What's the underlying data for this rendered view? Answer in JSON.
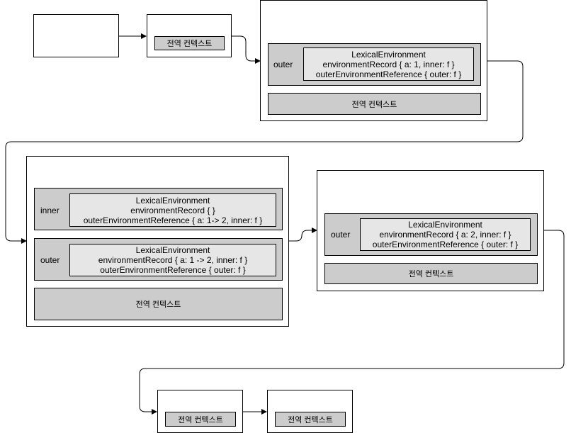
{
  "global_context": "전역 컨텍스트",
  "outer_label": "outer",
  "inner_label": "inner",
  "lexical_env": "LexicalEnvironment",
  "stage3": {
    "outer": {
      "record": "environmentRecord { a: 1, inner: f }",
      "reference": "outerEnvironmentReference { outer: f }"
    }
  },
  "stage4": {
    "inner": {
      "record": "environmentRecord { }",
      "reference": "outerEnvironmentReference { a: 1-> 2, inner: f }"
    },
    "outer": {
      "record": "environmentRecord { a: 1 -> 2, inner: f }",
      "reference": "outerEnvironmentReference { outer: f }"
    }
  },
  "stage5": {
    "outer": {
      "record": "environmentRecord { a: 2, inner: f }",
      "reference": "outerEnvironmentReference { outer: f }"
    }
  }
}
